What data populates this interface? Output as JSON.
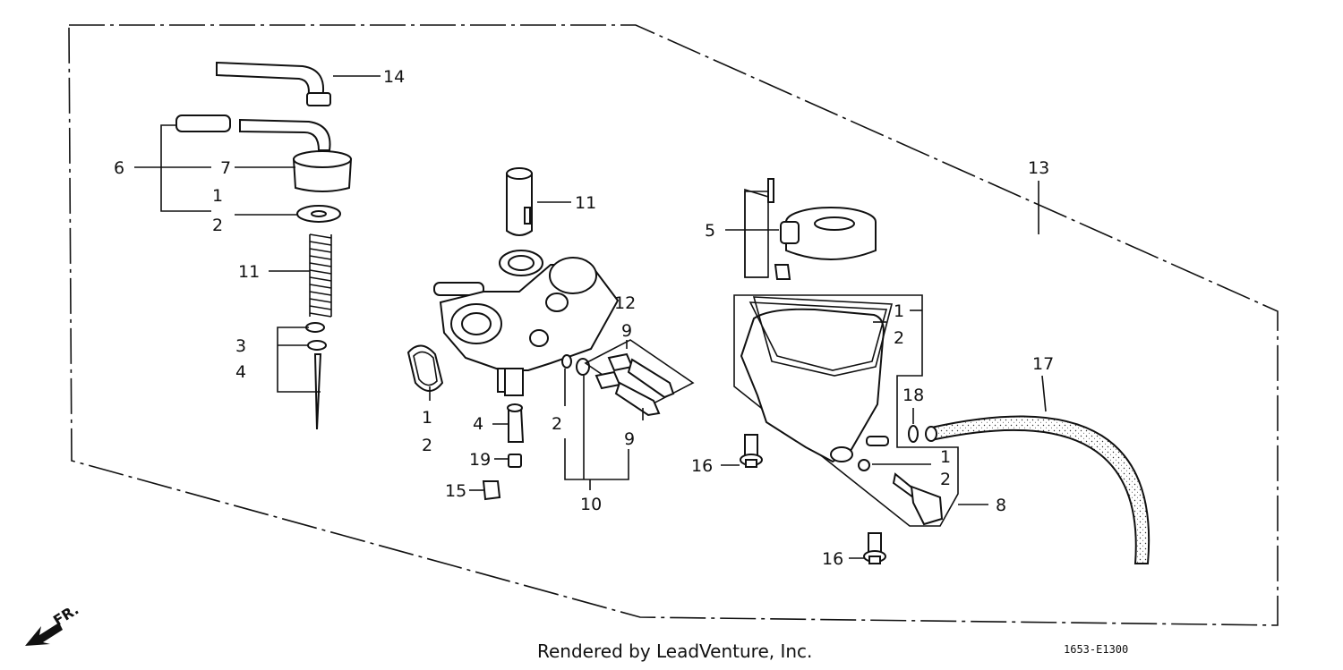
{
  "diagram": {
    "parts": [
      {
        "key": "p14",
        "label": "14"
      },
      {
        "key": "p6",
        "label": "6"
      },
      {
        "key": "p7",
        "label": "7"
      },
      {
        "key": "p1a",
        "label": "1"
      },
      {
        "key": "p2a",
        "label": "2"
      },
      {
        "key": "p11a",
        "label": "11"
      },
      {
        "key": "p3",
        "label": "3"
      },
      {
        "key": "p4a",
        "label": "4"
      },
      {
        "key": "p11b",
        "label": "11"
      },
      {
        "key": "p12",
        "label": "12"
      },
      {
        "key": "p9a",
        "label": "9"
      },
      {
        "key": "p9b",
        "label": "9"
      },
      {
        "key": "p1b",
        "label": "1"
      },
      {
        "key": "p2b",
        "label": "2"
      },
      {
        "key": "p4b",
        "label": "4"
      },
      {
        "key": "p2c",
        "label": "2"
      },
      {
        "key": "p19",
        "label": "19"
      },
      {
        "key": "p15",
        "label": "15"
      },
      {
        "key": "p10",
        "label": "10"
      },
      {
        "key": "p5",
        "label": "5"
      },
      {
        "key": "p13",
        "label": "13"
      },
      {
        "key": "p1c",
        "label": "1"
      },
      {
        "key": "p2d",
        "label": "2"
      },
      {
        "key": "p17",
        "label": "17"
      },
      {
        "key": "p18",
        "label": "18"
      },
      {
        "key": "p16a",
        "label": "16"
      },
      {
        "key": "p1d",
        "label": "1"
      },
      {
        "key": "p2e",
        "label": "2"
      },
      {
        "key": "p8",
        "label": "8"
      },
      {
        "key": "p16b",
        "label": "16"
      }
    ],
    "front_marker": "FR.",
    "footer": "Rendered by LeadVenture, Inc.",
    "code": "1653-E1300"
  }
}
